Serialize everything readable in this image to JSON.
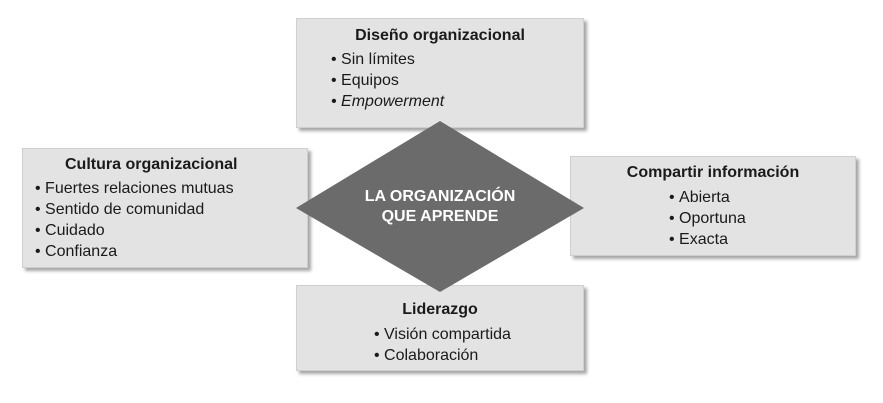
{
  "top": {
    "title": "Diseño organizacional",
    "items": [
      "Sin límites",
      "Equipos",
      "Empowerment"
    ]
  },
  "left": {
    "title": "Cultura organizacional",
    "items": [
      "Fuertes relaciones mutuas",
      "Sentido de comunidad",
      "Cuidado",
      "Confianza"
    ]
  },
  "right": {
    "title": "Compartir información",
    "items": [
      "Abierta",
      "Oportuna",
      "Exacta"
    ]
  },
  "bottom": {
    "title": "Liderazgo",
    "items": [
      "Visión compartida",
      "Colaboración"
    ]
  },
  "center": {
    "line1": "LA ORGANIZACIÓN",
    "line2": "QUE APRENDE"
  },
  "colors": {
    "box_fill": "#e3e3e3",
    "diamond_fill": "#6b6b6b",
    "center_text": "#ffffff"
  }
}
